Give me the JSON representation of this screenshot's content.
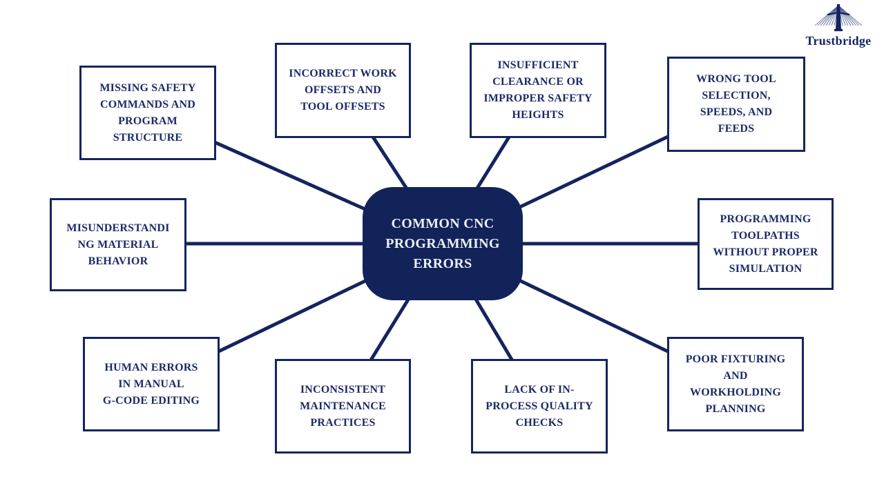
{
  "brand": {
    "name": "Trustbridge"
  },
  "colors": {
    "navy": "#14245E",
    "node_background": "#FFFFFF",
    "node_text": "#1C2A66",
    "center_background": "#12235A",
    "center_text": "#EDEFF5"
  },
  "center": {
    "lines": [
      "COMMON CNC",
      "PROGRAMMING",
      "ERRORS"
    ]
  },
  "nodes": [
    {
      "id": "missing-safety-commands",
      "lines": [
        "MISSING SAFETY",
        "COMMANDS AND",
        "PROGRAM",
        "STRUCTURE"
      ]
    },
    {
      "id": "incorrect-work-offsets",
      "lines": [
        "INCORRECT WORK",
        "OFFSETS AND",
        "TOOL OFFSETS"
      ]
    },
    {
      "id": "insufficient-clearance",
      "lines": [
        "INSUFFICIENT",
        "CLEARANCE OR",
        "IMPROPER SAFETY",
        "HEIGHTS"
      ]
    },
    {
      "id": "wrong-tool-selection",
      "lines": [
        "WRONG TOOL",
        "SELECTION,",
        "SPEEDS, AND",
        "FEEDS"
      ]
    },
    {
      "id": "programming-toolpaths",
      "lines": [
        "PROGRAMMING",
        "TOOLPATHS",
        "WITHOUT PROPER",
        "SIMULATION"
      ]
    },
    {
      "id": "misunderstanding-material",
      "lines": [
        "MISUNDERSTANDI",
        "NG MATERIAL",
        "BEHAVIOR"
      ]
    },
    {
      "id": "human-errors-gcode",
      "lines": [
        "HUMAN ERRORS",
        "IN MANUAL",
        "G-CODE EDITING"
      ]
    },
    {
      "id": "inconsistent-maintenance",
      "lines": [
        "INCONSISTENT",
        "MAINTENANCE",
        "PRACTICES"
      ]
    },
    {
      "id": "lack-of-in-process-checks",
      "lines": [
        "LACK OF IN-",
        "PROCESS QUALITY",
        "CHECKS"
      ]
    },
    {
      "id": "poor-fixturing-workholding",
      "lines": [
        "POOR FIXTURING",
        "AND",
        "WORKHOLDING",
        "PLANNING"
      ]
    }
  ]
}
